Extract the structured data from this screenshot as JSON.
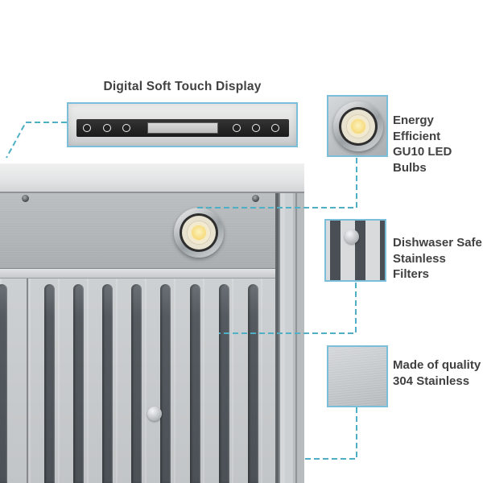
{
  "colors": {
    "callout_border": "#7abed9",
    "connector_line": "#4fb0c5",
    "label_text": "#414141",
    "led_warm_center": "#f5d670",
    "control_bar": "#1f1f1f",
    "background": "#ffffff"
  },
  "callouts": {
    "display": {
      "title": "Digital Soft Touch Display"
    },
    "led": {
      "line1": "Energy Efficient",
      "line2": "GU10 LED Bulbs"
    },
    "filters": {
      "line1": "Dishwaser Safe",
      "line2": "Stainless Filters"
    },
    "stainless": {
      "line1": "Made of quality",
      "line2": "304 Stainless"
    }
  },
  "media": {
    "main_photo": "range-hood-underside-photo",
    "display_thumbnail": "digital-display-panel-image",
    "led_thumbnail": "gu10-led-bulb-image",
    "filter_thumbnail": "stainless-baffle-filter-image",
    "stainless_thumbnail": "brushed-stainless-steel-image"
  }
}
